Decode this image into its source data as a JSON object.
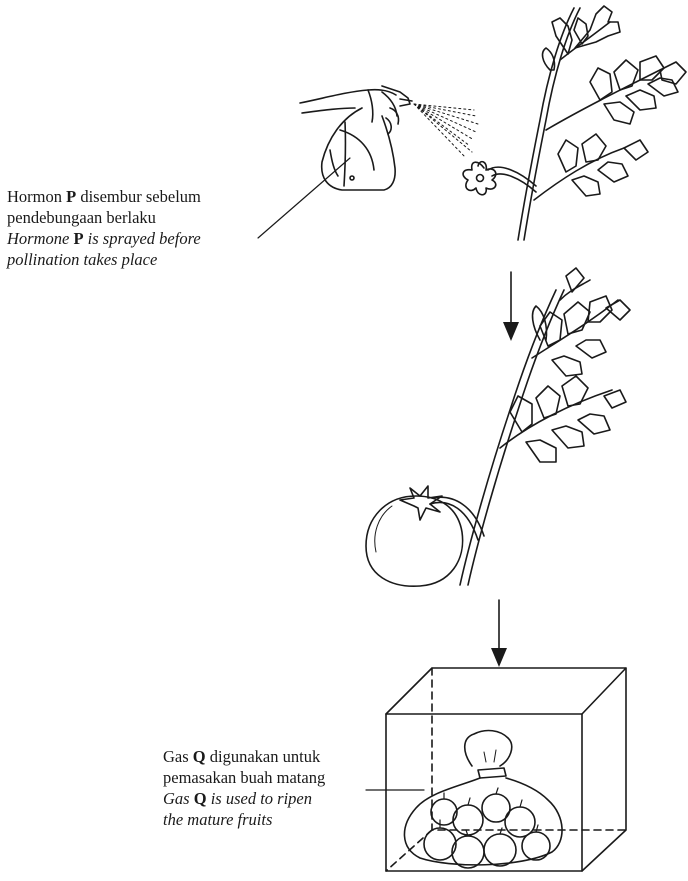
{
  "label_p": {
    "ms_1_pre": "Hormon ",
    "ms_1_bold": "P",
    "ms_1_post": " disembur sebelum",
    "ms_2": "pendebungaan berlaku",
    "en_1_pre": "Hormone ",
    "en_1_bold": "P",
    "en_1_post": " is sprayed before",
    "en_2": "pollination takes place"
  },
  "label_q": {
    "ms_1_pre": "Gas ",
    "ms_1_bold": "Q",
    "ms_1_post": " digunakan untuk",
    "ms_2": "pemasakan buah matang",
    "en_1_pre": "Gas ",
    "en_1_bold": "Q",
    "en_1_post": " is used to ripen",
    "en_2": "the mature fruits"
  }
}
